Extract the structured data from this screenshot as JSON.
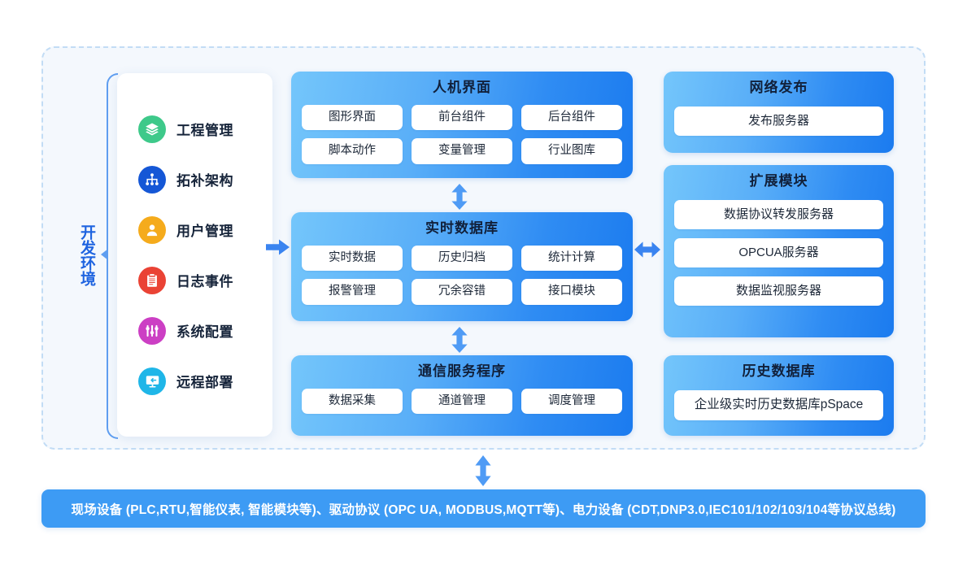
{
  "dev_environment": {
    "label": "开发环境",
    "sidebar": {
      "items": [
        {
          "label": "工程管理",
          "icon": "layers-icon",
          "color": "#3ec98a"
        },
        {
          "label": "拓补架构",
          "icon": "hierarchy-icon",
          "color": "#1557d6"
        },
        {
          "label": "用户管理",
          "icon": "user-icon",
          "color": "#f5ab1c"
        },
        {
          "label": "日志事件",
          "icon": "clipboard-icon",
          "color": "#ea4335"
        },
        {
          "label": "系统配置",
          "icon": "sliders-icon",
          "color": "#cc3fc4"
        },
        {
          "label": "远程部署",
          "icon": "remote-deploy-icon",
          "color": "#1fb6e8"
        }
      ]
    }
  },
  "blocks": {
    "hmi": {
      "title": "人机界面",
      "rows": [
        [
          "图形界面",
          "前台组件",
          "后台组件"
        ],
        [
          "脚本动作",
          "变量管理",
          "行业图库"
        ]
      ]
    },
    "realtime_db": {
      "title": "实时数据库",
      "rows": [
        [
          "实时数据",
          "历史归档",
          "统计计算"
        ],
        [
          "报警管理",
          "冗余容错",
          "接口模块"
        ]
      ]
    },
    "communication": {
      "title": "通信服务程序",
      "rows": [
        [
          "数据采集",
          "通道管理",
          "调度管理"
        ]
      ]
    },
    "web_publish": {
      "title": "网络发布",
      "items": [
        "发布服务器"
      ]
    },
    "extension_modules": {
      "title": "扩展模块",
      "items": [
        "数据协议转发服务器",
        "OPCUA服务器",
        "数据监视服务器"
      ]
    },
    "history_db": {
      "title": "历史数据库",
      "items": [
        "企业级实时历史数据库pSpace"
      ]
    }
  },
  "bottom_bar": {
    "text": "现场设备 (PLC,RTU,智能仪表, 智能模块等)、驱动协议 (OPC UA, MODBUS,MQTT等)、电力设备 (CDT,DNP3.0,IEC101/102/103/104等协议总线)"
  },
  "arrows": {
    "sidebar_to_rtdb": "arrow-right-icon",
    "hmi_rtdb": "arrow-updown-icon",
    "rtdb_comm": "arrow-updown-icon",
    "rtdb_extension": "arrow-leftright-icon",
    "comm_to_field": "arrow-updown-icon"
  },
  "colors": {
    "block_gradient_start": "#74c6fb",
    "block_gradient_end": "#1b7bef",
    "arrow": "#3a84f0",
    "bottom_bar": "#3d9bf4",
    "dev_label": "#1f64e0",
    "panel_bg": "#f4f8fd",
    "panel_border": "#c2dcf5"
  }
}
